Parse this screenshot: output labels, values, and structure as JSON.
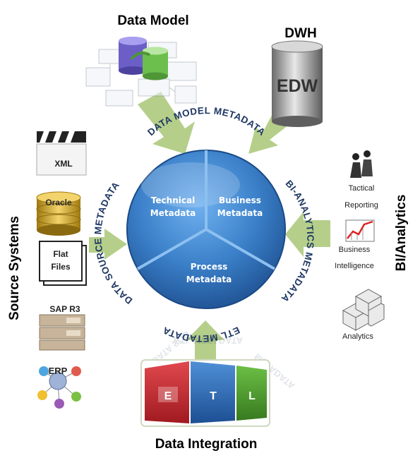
{
  "headings": {
    "data_model": "Data Model",
    "dwh": "DWH",
    "source_systems": "Source Systems",
    "bi_analytics": "BI/Analytics",
    "data_integration": "Data Integration"
  },
  "ring": {
    "top": "DATA MODEL METADATA",
    "right": "BI-ANALYTICS METADATA",
    "bottom": "ETL METADATA",
    "left": "DATA SOURCE METADATA"
  },
  "wheel": {
    "technical": [
      "Technical",
      "Metadata"
    ],
    "business": [
      "Business",
      "Metadata"
    ],
    "process": [
      "Process",
      "Metadata"
    ]
  },
  "sources": {
    "xml": "XML",
    "oracle": "Oracle",
    "flat_files": [
      "Flat",
      "Files"
    ],
    "sap": "SAP R3",
    "erp": "ERP"
  },
  "dwh_label": "EDW",
  "bi": {
    "tactical": [
      "Tactical",
      "Reporting"
    ],
    "bi": [
      "Business",
      "Intelligence"
    ],
    "analytics": "Analytics"
  },
  "etl_letters": [
    "E",
    "T",
    "L"
  ],
  "colors": {
    "arrow_green": "#b5cf8a",
    "wheel_blue": "#3a7fc8",
    "ring_text": "#1f3864",
    "etl_red": "#c0272d",
    "etl_blue": "#2e6eb5",
    "etl_green": "#4f9a2f"
  }
}
